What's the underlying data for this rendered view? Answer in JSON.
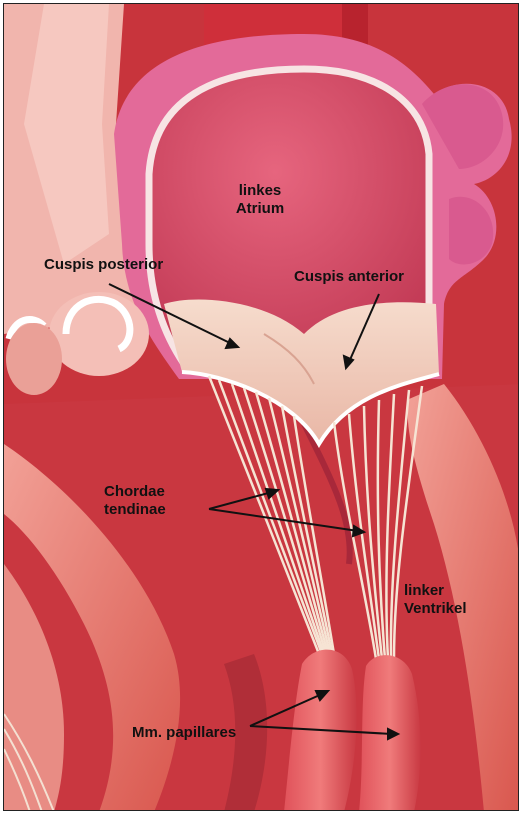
{
  "labels": {
    "left_atrium_line1": "linkes",
    "left_atrium_line2": "Atrium",
    "cusp_posterior": "Cuspis posterior",
    "cusp_anterior": "Cuspis anterior",
    "chordae_line1": "Chordae",
    "chordae_line2": "tendinae",
    "left_ventricle_line1": "linker",
    "left_ventricle_line2": "Ventrikel",
    "papillary_muscles": "Mm. papillares"
  },
  "colors": {
    "background_red": "#c8343c",
    "atrium_wall": "#e86a98",
    "atrium_inner": "#d9546a",
    "valve_leaflet": "#f3d2c2",
    "chordae": "#f6e4d4",
    "muscle_light": "#ea8a80",
    "label_text": "#111111"
  }
}
